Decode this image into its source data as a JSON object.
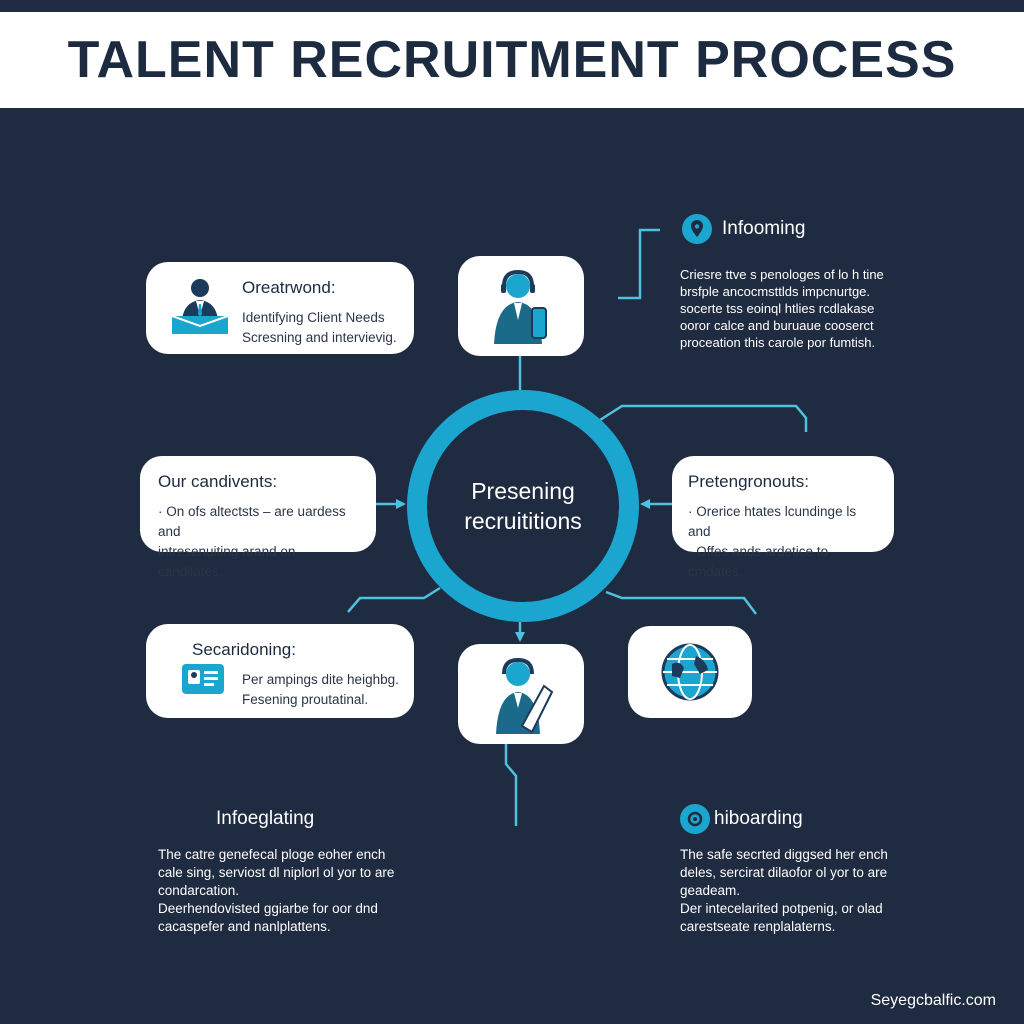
{
  "title": "TALENT RECRUITMENT PROCESS",
  "hub": {
    "line1": "Presening",
    "line2": "recruititions"
  },
  "cards": {
    "top_left": {
      "title": "Oreatrwond:",
      "lines": [
        "Identifying Client Needs",
        "Scresning and intervievig."
      ],
      "icon": "businessman-laptop-icon"
    },
    "middle_left": {
      "title": "Our candivents:",
      "lines": [
        "· On ofs altectsts – are uardess and",
        "intresenuiting arand on candilates."
      ]
    },
    "middle_right": {
      "title": "Pretengronouts:",
      "lines": [
        "· Orerice htates lcundinge ls and",
        "· Offes ands ardetice to cmdates."
      ]
    },
    "bottom_left": {
      "title": "Secaridoning:",
      "lines": [
        "Per ampings dite heighbg.",
        "Fesening proutatinal."
      ],
      "icon": "id-card-icon"
    }
  },
  "side_blocks": {
    "top_right": {
      "heading": "Infooming",
      "icon": "location-pin-icon",
      "lines": [
        "Criesre ttve s penologes of lo h tine",
        "brsfple ancocmsttlds impcnurtge.",
        "socerte tss eoinql htlies rcdlakase",
        "ooror calce and buruaue cooserct",
        "proceation this carole por fumtish."
      ]
    },
    "bottom_left": {
      "heading": "Infoeglating",
      "lines": [
        "The catre genefecal ploge eoher ench",
        "cale sing, serviost dl niplorl ol yor to are",
        "condarcation.",
        "Deerhendovisted ggiarbe for oor dnd",
        "cacaspefer and nanlplattens."
      ]
    },
    "bottom_right": {
      "heading": "hiboarding",
      "icon": "check-shield-icon",
      "lines": [
        "The safe secrted diggsed her ench",
        "deles, sercirat dilaofor ol yor to are",
        "geadeam.",
        "Der intecelarited potpenig, or olad",
        "carestseate renplalaterns."
      ]
    }
  },
  "icon_cards": {
    "top_center": "headset-agent-icon",
    "bottom_center": "agent-document-icon",
    "bottom_right": "globe-icon"
  },
  "footer": "Seyegcbalfic.com",
  "colors": {
    "background": "#1f2b40",
    "accent": "#1aa6cf",
    "card": "#ffffff",
    "text_dark": "#1c2b40"
  }
}
